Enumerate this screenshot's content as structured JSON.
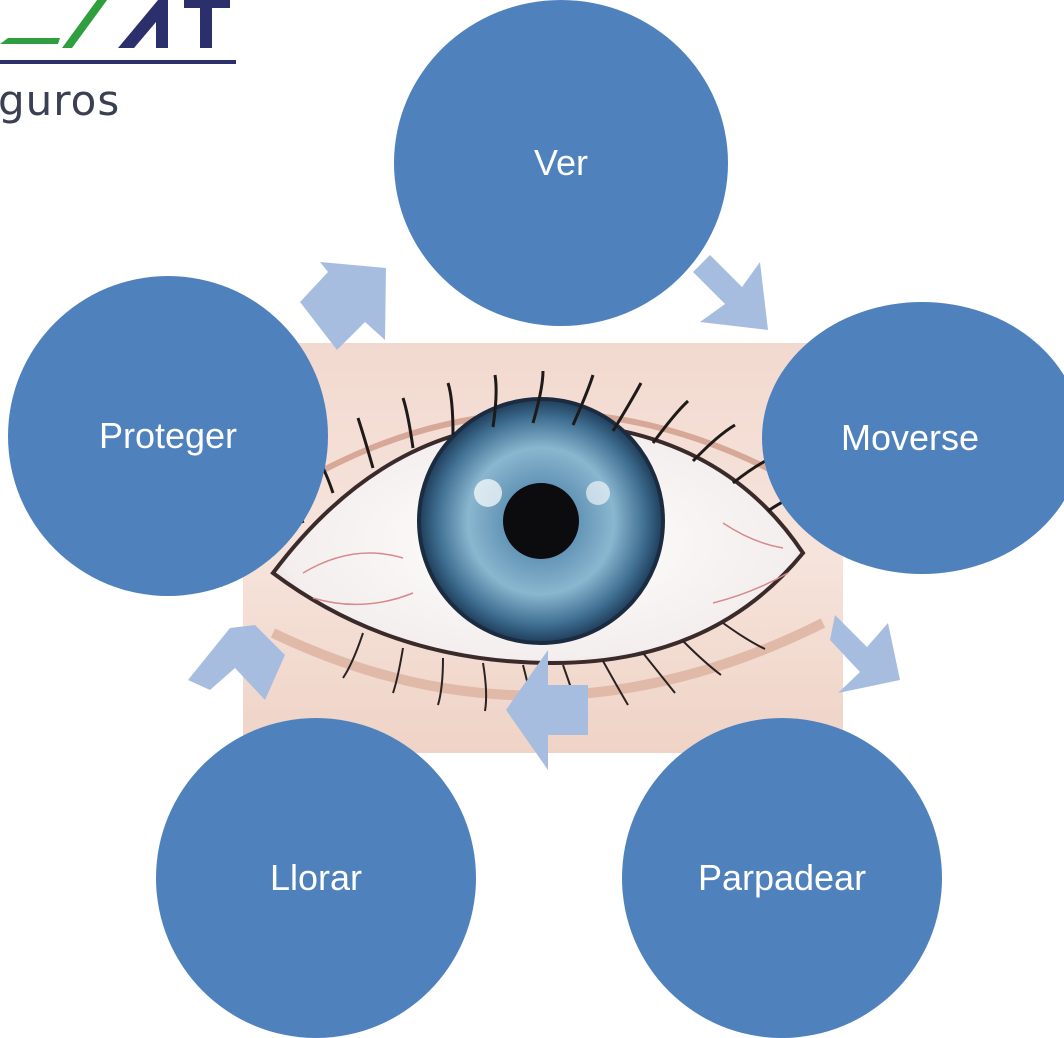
{
  "logo": {
    "wordmark": "guros"
  },
  "diagram": {
    "nodes": [
      {
        "id": "ver",
        "label": "Ver"
      },
      {
        "id": "moverse",
        "label": "Moverse"
      },
      {
        "id": "parpadear",
        "label": "Parpadear"
      },
      {
        "id": "llorar",
        "label": "Llorar"
      },
      {
        "id": "proteger",
        "label": "Proteger"
      }
    ]
  },
  "colors": {
    "node_fill": "#4f81bd",
    "arrow_fill": "#a7bddf",
    "node_text": "#ffffff",
    "logo_navy": "#2b2f6b",
    "logo_green": "#2e9e3e"
  }
}
